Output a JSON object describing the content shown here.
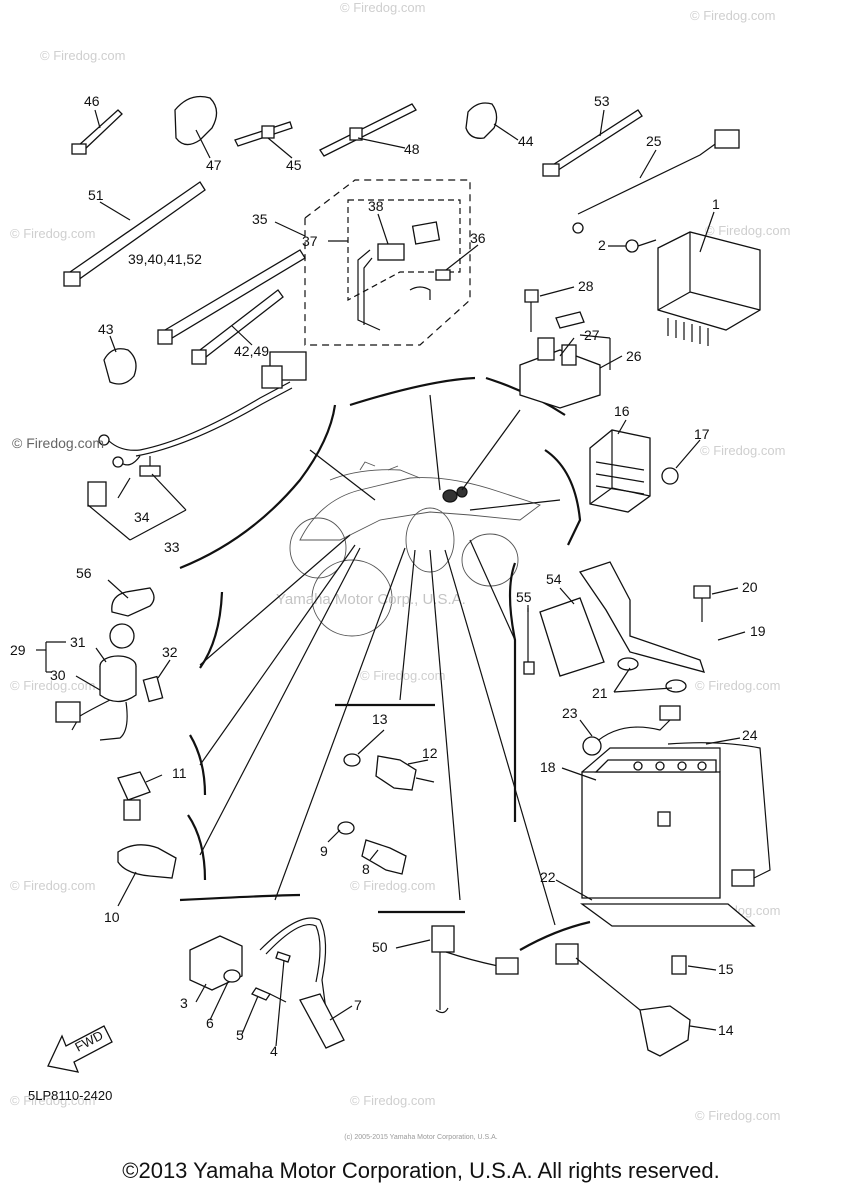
{
  "diagram": {
    "code": "5LP8110-2420",
    "fwd_label": "FWD",
    "center_watermark": "Yamaha Motor Corp., U.S.A.",
    "side_watermark": "© Firedog.com",
    "tile_watermark": "© Firedog.com",
    "tiny_copyright": "(c) 2005-2015 Yamaha Motor Corporation, U.S.A.",
    "callouts": [
      {
        "id": "c46",
        "text": "46"
      },
      {
        "id": "c47",
        "text": "47"
      },
      {
        "id": "c45",
        "text": "45"
      },
      {
        "id": "c48",
        "text": "48"
      },
      {
        "id": "c44",
        "text": "44"
      },
      {
        "id": "c53",
        "text": "53"
      },
      {
        "id": "c25",
        "text": "25"
      },
      {
        "id": "c1",
        "text": "1"
      },
      {
        "id": "c2",
        "text": "2"
      },
      {
        "id": "c51",
        "text": "51"
      },
      {
        "id": "c35",
        "text": "35"
      },
      {
        "id": "c37",
        "text": "37"
      },
      {
        "id": "c38",
        "text": "38"
      },
      {
        "id": "c36",
        "text": "36"
      },
      {
        "id": "c39",
        "text": "39,40,41,52"
      },
      {
        "id": "c28",
        "text": "28"
      },
      {
        "id": "c27",
        "text": "27"
      },
      {
        "id": "c26",
        "text": "26"
      },
      {
        "id": "c43",
        "text": "43"
      },
      {
        "id": "c42",
        "text": "42,49"
      },
      {
        "id": "c16",
        "text": "16"
      },
      {
        "id": "c17",
        "text": "17"
      },
      {
        "id": "c34",
        "text": "34"
      },
      {
        "id": "c33",
        "text": "33"
      },
      {
        "id": "c56",
        "text": "56"
      },
      {
        "id": "c54",
        "text": "54"
      },
      {
        "id": "c55",
        "text": "55"
      },
      {
        "id": "c20",
        "text": "20"
      },
      {
        "id": "c19",
        "text": "19"
      },
      {
        "id": "c29",
        "text": "29"
      },
      {
        "id": "c31",
        "text": "31"
      },
      {
        "id": "c32",
        "text": "32"
      },
      {
        "id": "c30",
        "text": "30"
      },
      {
        "id": "c21",
        "text": "21"
      },
      {
        "id": "c13",
        "text": "13"
      },
      {
        "id": "c12",
        "text": "12"
      },
      {
        "id": "c23",
        "text": "23"
      },
      {
        "id": "c24",
        "text": "24"
      },
      {
        "id": "c18",
        "text": "18"
      },
      {
        "id": "c11",
        "text": "11"
      },
      {
        "id": "c9",
        "text": "9"
      },
      {
        "id": "c8",
        "text": "8"
      },
      {
        "id": "c22",
        "text": "22"
      },
      {
        "id": "c10",
        "text": "10"
      },
      {
        "id": "c50",
        "text": "50"
      },
      {
        "id": "c15",
        "text": "15"
      },
      {
        "id": "c14",
        "text": "14"
      },
      {
        "id": "c3",
        "text": "3"
      },
      {
        "id": "c6",
        "text": "6"
      },
      {
        "id": "c5",
        "text": "5"
      },
      {
        "id": "c4",
        "text": "4"
      },
      {
        "id": "c7",
        "text": "7"
      }
    ]
  },
  "footer": {
    "copyright": "©2013 Yamaha Motor Corporation, U.S.A. All rights reserved."
  }
}
